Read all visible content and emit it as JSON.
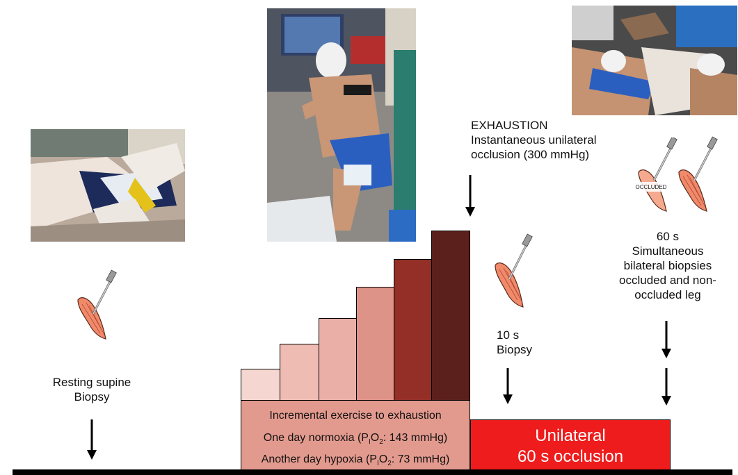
{
  "photos": {
    "resting": "photo of resting supine leg biopsy",
    "cycling": "photo of subject cycling on ergometer",
    "occlusion": "photo of bilateral leg occlusion"
  },
  "resting": {
    "line1": "Resting supine",
    "line2": "Biopsy"
  },
  "exhaustion": {
    "line1": "EXHAUSTION",
    "line2": "Instantaneous unilateral",
    "line3": "occlusion (300 mmHg)"
  },
  "biopsy10": {
    "line1": "10 s",
    "line2": "Biopsy"
  },
  "occluded_tag": "OCCLUDED",
  "biopsy60": {
    "line1": "60 s",
    "line2": "Simultaneous",
    "line3": "bilateral biopsies",
    "line4": "occluded and non-",
    "line5": "occluded leg"
  },
  "exercise_box": {
    "line1": "Incremental exercise to exhaustion",
    "line2_pre": "One day normoxia (P",
    "line2_sub1": "I",
    "line2_mid": "O",
    "line2_sub2": "2",
    "line2_post": ": 143 mmHg)",
    "line3_pre": "Another day hypoxia (P",
    "line3_sub1": "I",
    "line3_mid": "O",
    "line3_sub2": "2",
    "line3_post": ": 73 mmHg)"
  },
  "occlusion_box": {
    "line1": "Unilateral",
    "line2": "60 s occlusion"
  },
  "colors": {
    "step1": "#f6d6d0",
    "step2": "#eebcb3",
    "step3": "#eab0a7",
    "step4": "#de9388",
    "step5": "#932f26",
    "step6": "#5b1f1c",
    "exercise_box": "#e39a8e",
    "occlusion_box": "#ee1c1c"
  }
}
